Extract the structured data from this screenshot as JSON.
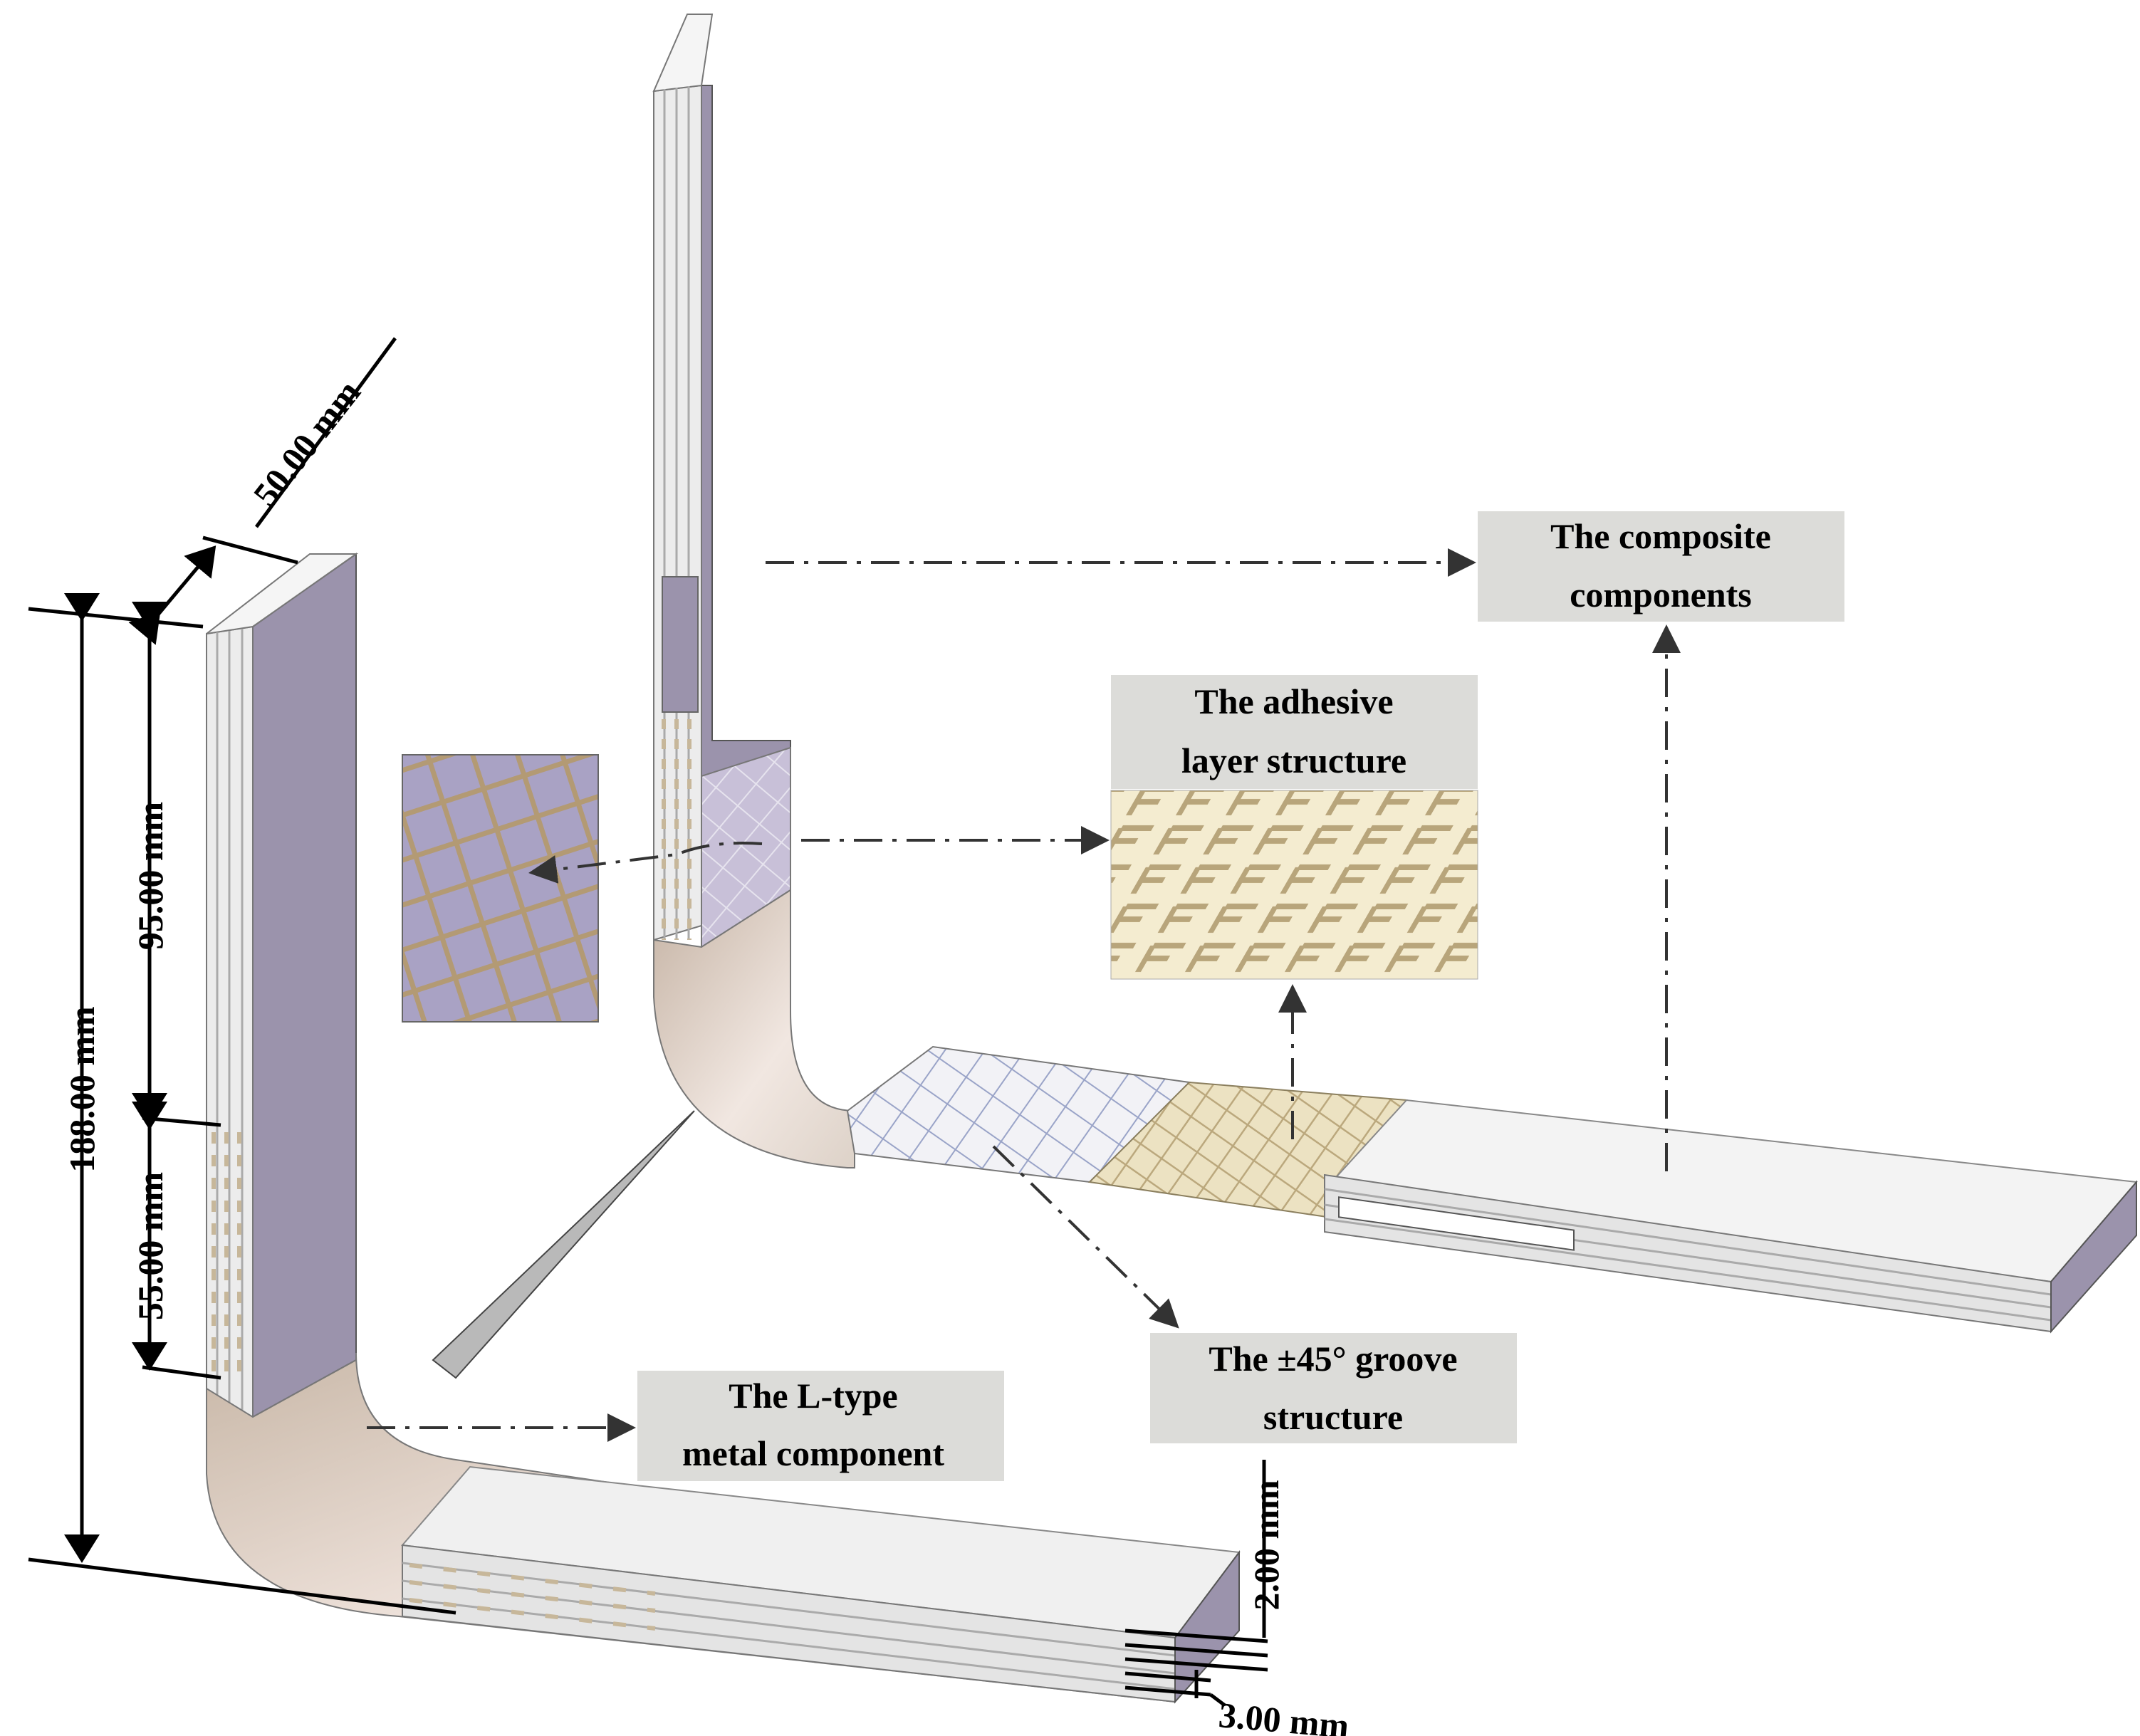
{
  "dimensions": {
    "width": "50.00 mm",
    "total_height": "188.00 mm",
    "upper_height": "95.00 mm",
    "lower_height": "55.00 mm",
    "thin_layer": "2.00 mm",
    "thick_layer": "3.00 mm"
  },
  "labels": {
    "composite_line1": "The composite",
    "composite_line2": "components",
    "adhesive_line1": "The  adhesive",
    "adhesive_line2": "layer structure",
    "groove_line1": "The ±45° groove",
    "groove_line2": "structure",
    "ltype_line1": "The L-type",
    "ltype_line2": "metal component"
  },
  "colors": {
    "purple_face": "#9b93ac",
    "light_face": "#ececec",
    "label_bg": "#dcdcd9",
    "adhesive": "#dfd3ad",
    "groove_lines": "#9aa4c8"
  }
}
